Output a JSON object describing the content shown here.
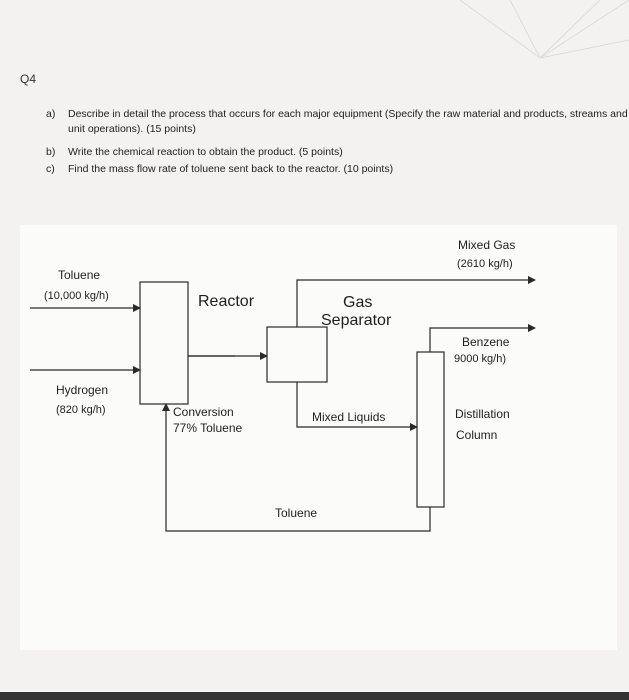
{
  "question": {
    "number": "Q4",
    "parts": [
      {
        "letter": "a)",
        "text": "Describe in detail the process that occurs for each major equipment (Specify the raw material and products, streams and unit operations). (15 points)"
      },
      {
        "letter": "b)",
        "text": "Write the chemical reaction to obtain the product. (5 points)"
      },
      {
        "letter": "c)",
        "text": "Find the mass flow rate of toluene sent back to the reactor. (10 points)"
      }
    ]
  },
  "diagram": {
    "toluene_feed": {
      "name": "Toluene",
      "rate": "(10,000 kg/h)"
    },
    "hydrogen_feed": {
      "name": "Hydrogen",
      "rate": "(820 kg/h)"
    },
    "reactor": "Reactor",
    "conversion": {
      "line1": "Conversion",
      "line2": "77% Toluene"
    },
    "gas_separator": {
      "line1": "Gas",
      "line2": "Separator"
    },
    "mixed_gas": {
      "name": "Mixed Gas",
      "rate": "(2610 kg/h)"
    },
    "benzene": {
      "name": "Benzene",
      "rate": "9000  kg/h)"
    },
    "mixed_liquids": "Mixed Liquids",
    "distillation": {
      "line1": "Distillation",
      "line2": "Column"
    },
    "recycle": "Toluene"
  }
}
